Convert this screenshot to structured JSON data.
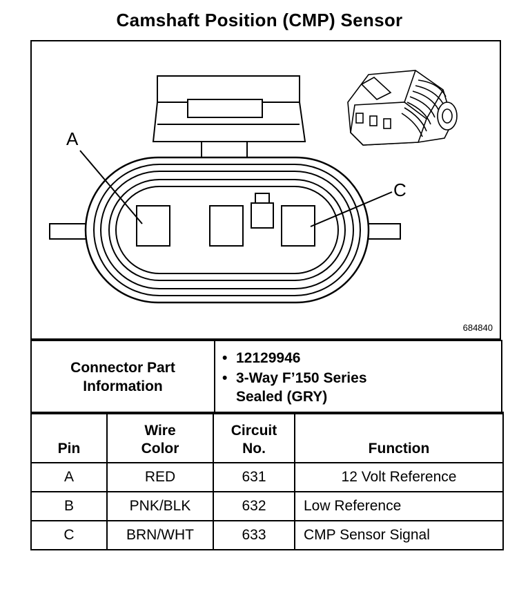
{
  "title": "Camshaft Position (CMP) Sensor",
  "figure": {
    "pin_labels": {
      "a": "A",
      "c": "C"
    },
    "figure_id": "684840"
  },
  "connector": {
    "label_line1": "Connector Part",
    "label_line2": "Information",
    "items": [
      {
        "line1": "12129946",
        "line2": ""
      },
      {
        "line1": "3-Way F’150 Series",
        "line2": "Sealed (GRY)"
      }
    ]
  },
  "pin_table": {
    "headers": {
      "pin": "Pin",
      "wire_color_1": "Wire",
      "wire_color_2": "Color",
      "circuit_1": "Circuit",
      "circuit_2": "No.",
      "function": "Function"
    },
    "rows": [
      {
        "pin": "A",
        "wire_color": "RED",
        "circuit": "631",
        "function": "12 Volt Reference"
      },
      {
        "pin": "B",
        "wire_color": "PNK/BLK",
        "circuit": "632",
        "function": "Low Reference"
      },
      {
        "pin": "C",
        "wire_color": "BRN/WHT",
        "circuit": "633",
        "function": "CMP Sensor Signal"
      }
    ]
  }
}
